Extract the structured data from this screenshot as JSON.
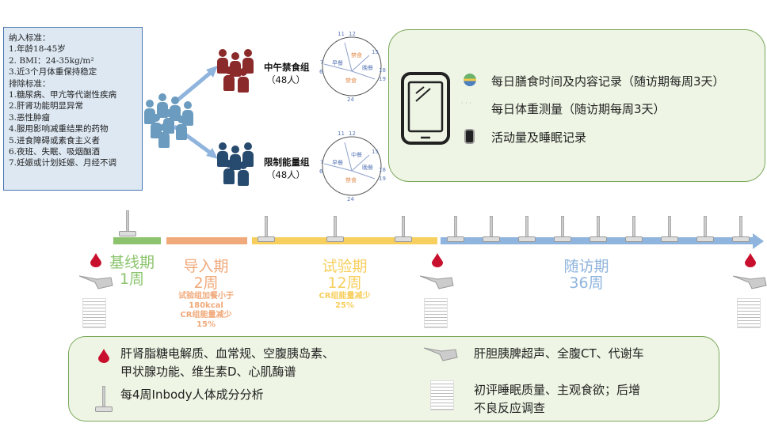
{
  "criteria": {
    "inclusion_title": "纳入标准：",
    "inclusion": [
      "1.年龄18-45岁",
      "2. BMI：24-35kg/m²",
      "3.近3个月体重保持稳定"
    ],
    "exclusion_title": "排除标准：",
    "exclusion": [
      "1.糖尿病、甲亢等代谢性疾病",
      "2.肝肾功能明显异常",
      "3.恶性肿瘤",
      "4.服用影响减重结果的药物",
      "5.进食障碍或素食主义者",
      "6.夜班、失眠、吸烟酗酒",
      "7.妊娠或计划妊娠、月经不调"
    ]
  },
  "groups": [
    {
      "name": "中午禁食组",
      "count": "（48人）",
      "color": "#8b2a2a",
      "clock": {
        "ticks": [
          "11",
          "12",
          "15",
          "7",
          "6",
          "18",
          "19",
          "24"
        ],
        "segments": [
          {
            "label": "禁食",
            "color": "#e08a4a"
          },
          {
            "label": "早餐",
            "color": "#5a7ab8"
          },
          {
            "label": "晚餐",
            "color": "#5a7ab8"
          },
          {
            "label": "禁食",
            "color": "#e08a4a"
          }
        ]
      }
    },
    {
      "name": "限制能量组",
      "count": "（48人）",
      "color": "#274b6e",
      "clock": {
        "ticks": [
          "11",
          "12",
          "15",
          "7",
          "6",
          "18",
          "19",
          "24"
        ],
        "segments": [
          {
            "label": "中餐",
            "color": "#5a7ab8"
          },
          {
            "label": "早餐",
            "color": "#5a7ab8"
          },
          {
            "label": "晚餐",
            "color": "#5a7ab8"
          },
          {
            "label": "禁食",
            "color": "#e08a4a"
          }
        ]
      }
    }
  ],
  "records": [
    "每日膳食时间及内容记录（随访期每周3天）",
    "每日体重测量（随访期每周3天）",
    "活动量及睡眠记录"
  ],
  "phases": [
    {
      "name": "基线期",
      "duration": "1周",
      "color": "#8cc46e"
    },
    {
      "name": "导入期",
      "duration": "2周",
      "note": [
        "试验组加餐小于",
        "180kcal",
        "CR组能量减少",
        "15%"
      ],
      "color": "#f0a97a"
    },
    {
      "name": "试验期",
      "duration": "12周",
      "note": [
        "CR组能量减少",
        "25%"
      ],
      "color": "#f7cf5e"
    },
    {
      "name": "随访期",
      "duration": "36周",
      "color": "#8fb4dd"
    }
  ],
  "bottom": {
    "blood": [
      "肝肾脂糖电解质、血常规、空腹胰岛素、",
      "甲状腺功能、维生素D、心肌酶谱"
    ],
    "inbody": "每4周Inbody人体成分分析",
    "ultrasound": "肝胆胰脾超声、全腹CT、代谢车",
    "survey": [
      "初评睡眠质量、主观食欲；后增",
      "不良反应调查"
    ]
  }
}
